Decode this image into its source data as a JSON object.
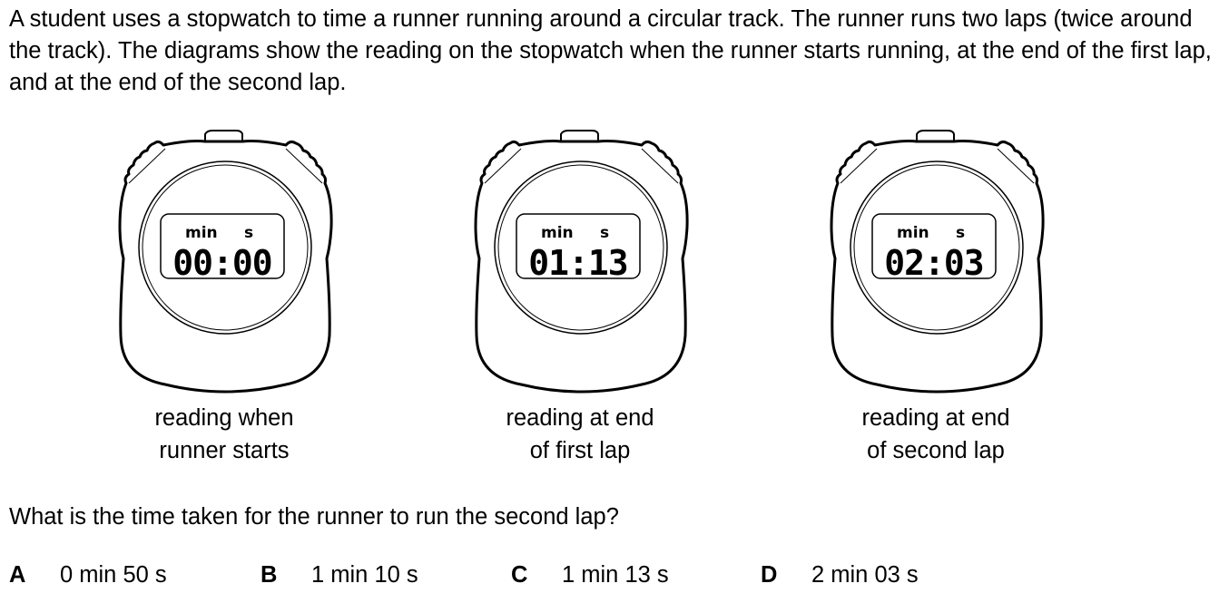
{
  "stem": "A student uses a stopwatch to time a runner running around a circular track. The runner runs two laps (twice around the track). The diagrams show the reading on the stopwatch when the runner starts running, at the end of the first lap, and at the end of the second lap.",
  "stopwatches": [
    {
      "min_label": "min",
      "s_label": "s",
      "reading": "00:00",
      "caption_line1": "reading when",
      "caption_line2": "runner starts"
    },
    {
      "min_label": "min",
      "s_label": "s",
      "reading": "01:13",
      "caption_line1": "reading at end",
      "caption_line2": "of first lap"
    },
    {
      "min_label": "min",
      "s_label": "s",
      "reading": "02:03",
      "caption_line1": "reading at end",
      "caption_line2": "of second lap"
    }
  ],
  "question": "What is the time taken for the runner to run the second lap?",
  "options": [
    {
      "letter": "A",
      "text": "0 min 50 s"
    },
    {
      "letter": "B",
      "text": "1 min 10 s"
    },
    {
      "letter": "C",
      "text": "1 min 13 s"
    },
    {
      "letter": "D",
      "text": "2 min 03 s"
    }
  ]
}
